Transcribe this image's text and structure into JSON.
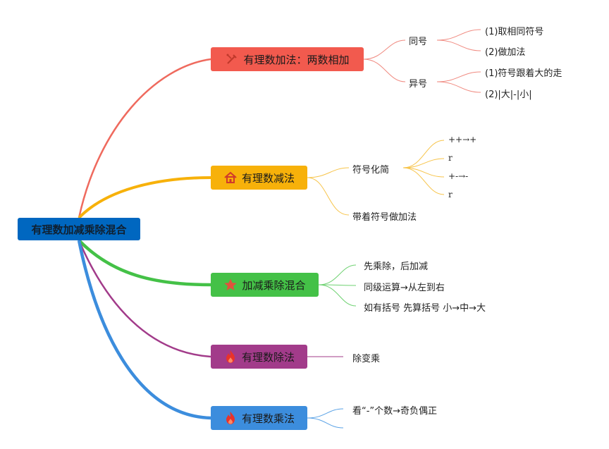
{
  "root": {
    "label": "有理数加减乘除混合"
  },
  "branches": {
    "addition": {
      "label": "有理数加法：两数相加",
      "icon": "tools-icon",
      "color": "#f25a4e",
      "children": {
        "same_sign": {
          "label": "同号",
          "items": [
            "(1)取相同符号",
            "(2)做加法"
          ]
        },
        "diff_sign": {
          "label": "异号",
          "items": [
            "(1)符号跟着大的走",
            "(2)|大|-|小|"
          ]
        }
      }
    },
    "subtraction": {
      "label": "有理数减法",
      "icon": "home-icon",
      "color": "#f7b10a",
      "children": {
        "simplify": {
          "label": "符号化简",
          "items": [
            "++→+",
            "r",
            "+-→-",
            "r"
          ]
        },
        "with_sign": {
          "label": "带着符号做加法"
        }
      }
    },
    "mixed": {
      "label": "加减乘除混合",
      "icon": "star-icon",
      "color": "#44c147",
      "items": [
        "先乘除，后加减",
        "同级运算→从左到右",
        "如有括号 先算括号 小→中→大"
      ]
    },
    "division": {
      "label": "有理数除法",
      "icon": "fire-icon",
      "color": "#a23b8a",
      "items": [
        "除变乘"
      ]
    },
    "multiplication": {
      "label": "有理数乘法",
      "icon": "fire-icon",
      "color": "#3c8ddd",
      "items": [
        "看“-”个数→奇负偶正"
      ]
    }
  }
}
